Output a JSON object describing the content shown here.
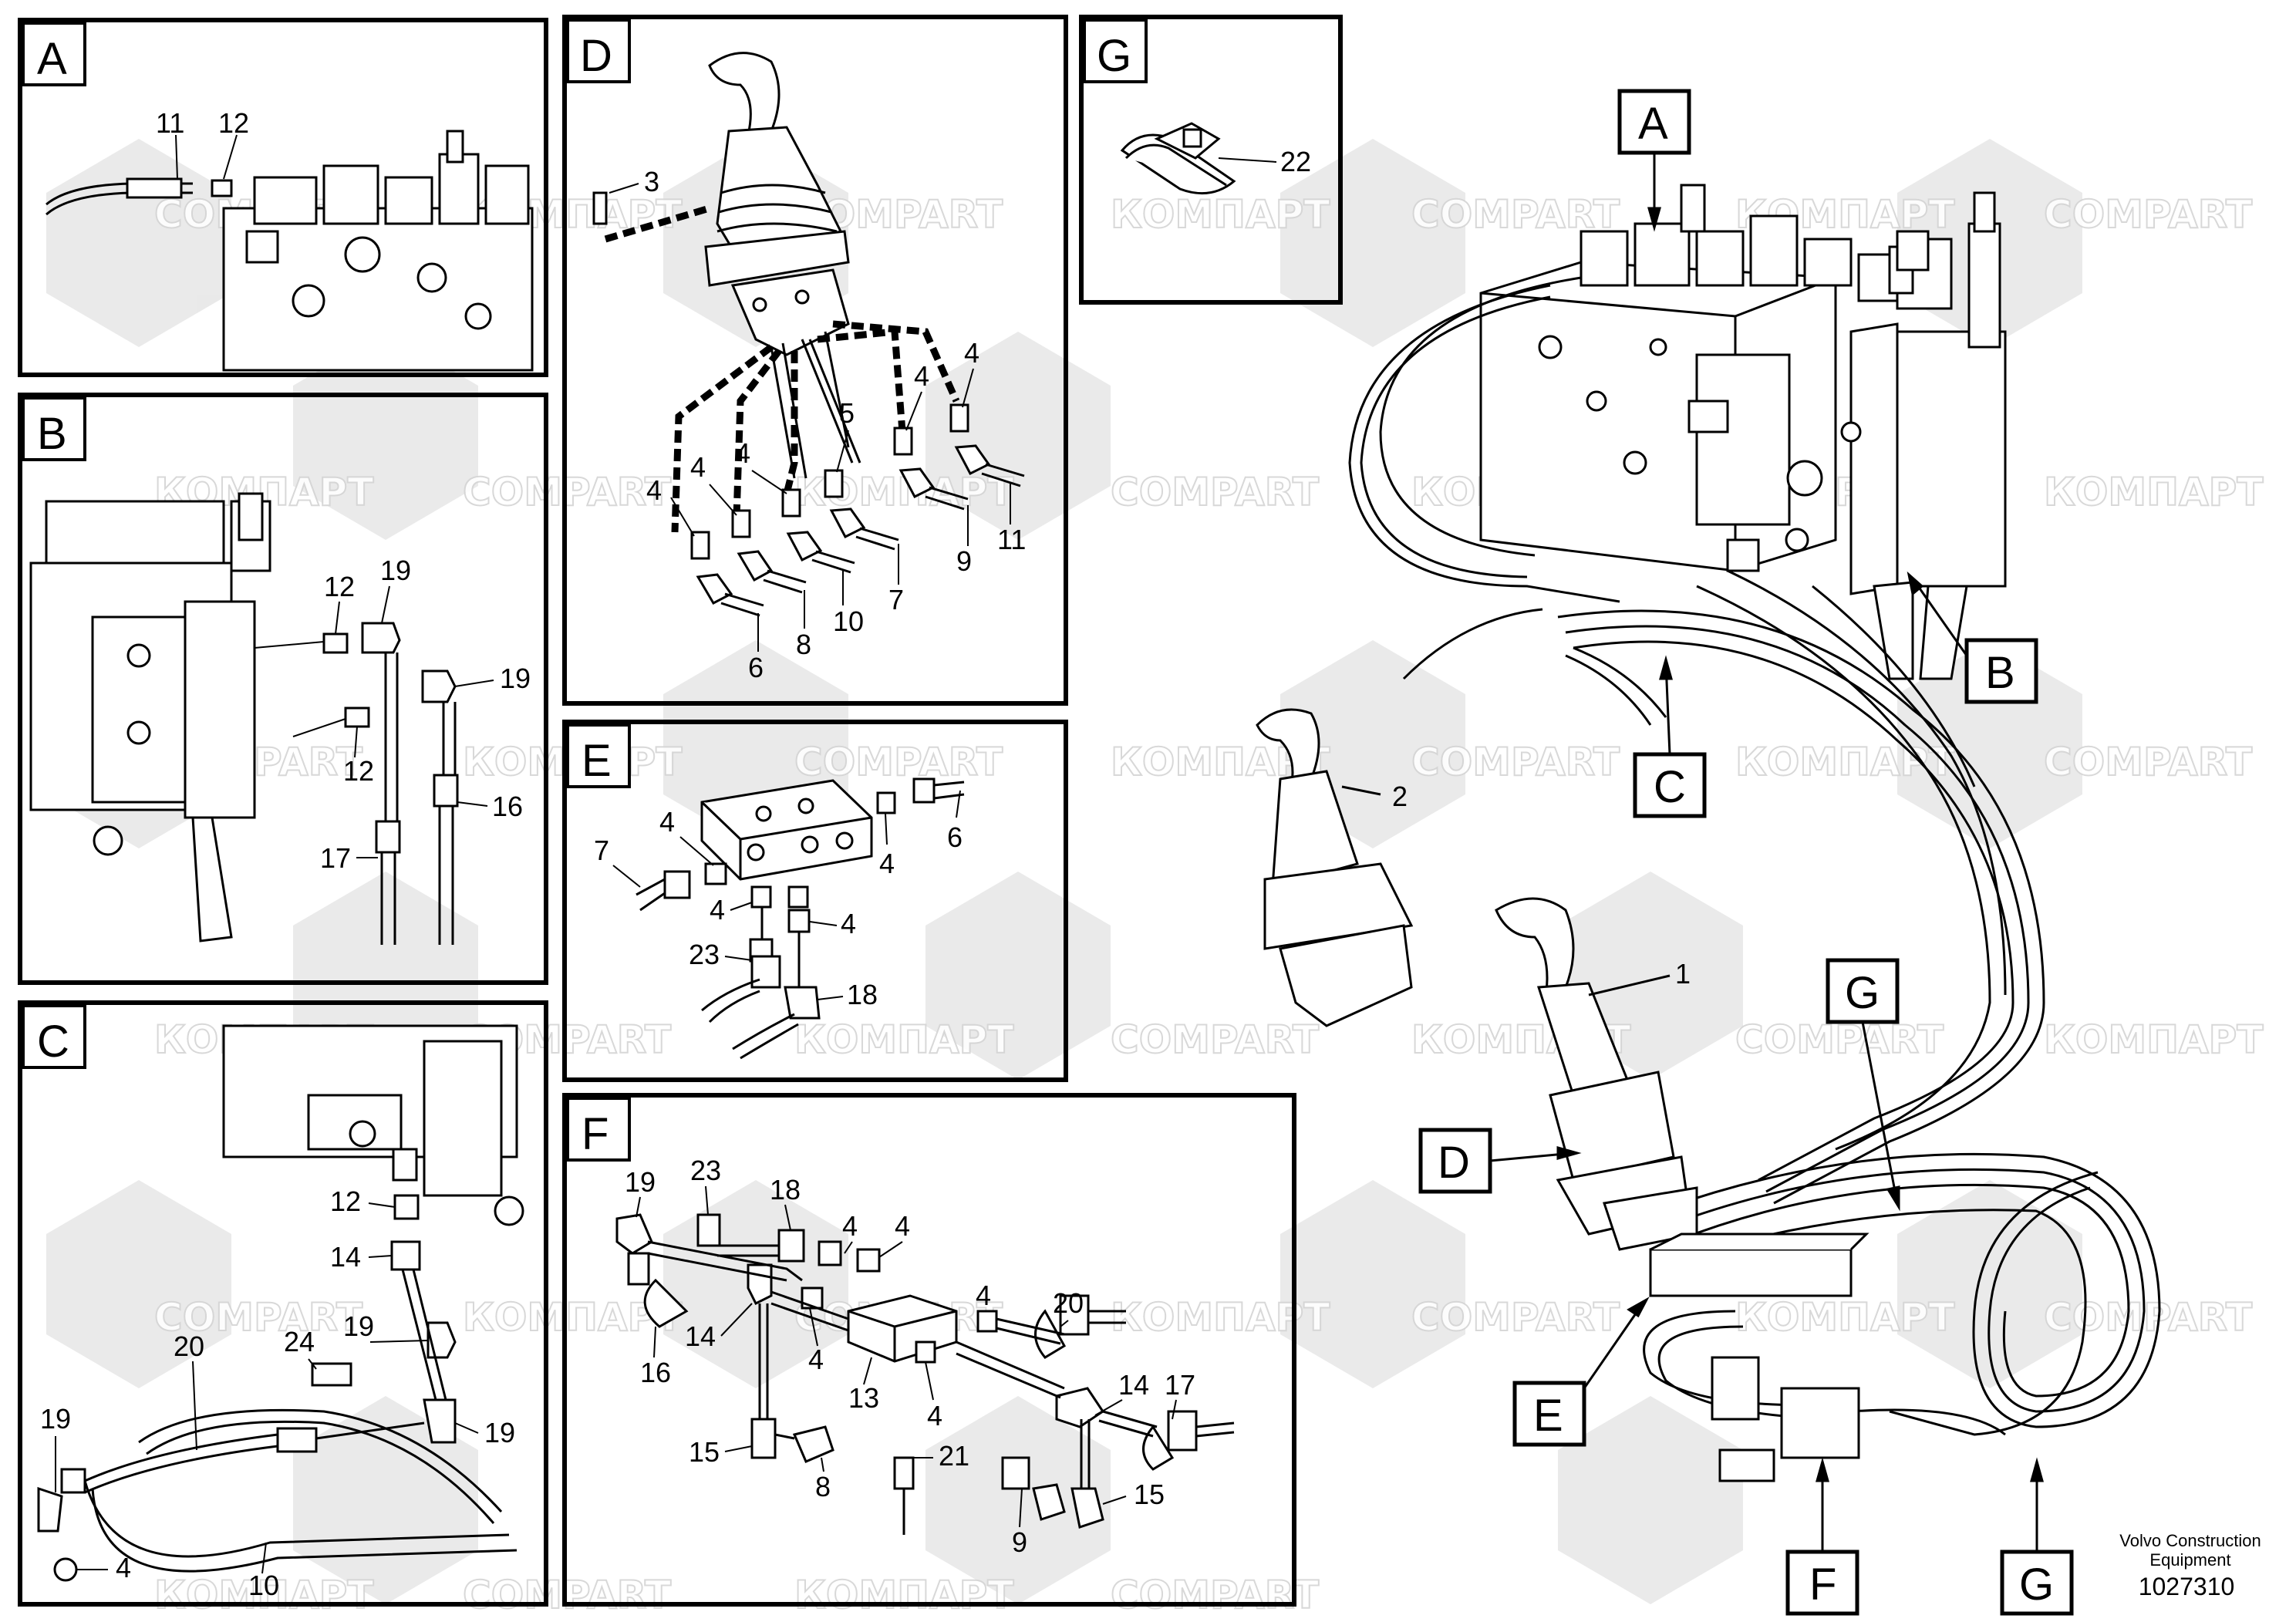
{
  "watermark": {
    "latin": "COMPART",
    "cyrillic": "КОМПАРТ"
  },
  "panels": [
    {
      "letter": "A",
      "numbers": [
        "11",
        "12"
      ]
    },
    {
      "letter": "B",
      "numbers": [
        "12",
        "19",
        "19",
        "12",
        "16",
        "17"
      ]
    },
    {
      "letter": "C",
      "numbers": [
        "12",
        "14",
        "20",
        "24",
        "19",
        "19",
        "19",
        "4",
        "10"
      ]
    },
    {
      "letter": "D",
      "numbers": [
        "3",
        "4",
        "4",
        "5",
        "4",
        "4",
        "4",
        "11",
        "9",
        "7",
        "10",
        "8",
        "6"
      ]
    },
    {
      "letter": "E",
      "numbers": [
        "6",
        "4",
        "4",
        "7",
        "4",
        "4",
        "23",
        "18"
      ]
    },
    {
      "letter": "F",
      "numbers": [
        "19",
        "23",
        "18",
        "4",
        "4",
        "4",
        "20",
        "14",
        "16",
        "4",
        "13",
        "4",
        "14",
        "17",
        "15",
        "21",
        "8",
        "15",
        "9"
      ]
    },
    {
      "letter": "G",
      "numbers": [
        "22"
      ]
    }
  ],
  "overview": {
    "callouts": [
      "A",
      "B",
      "C",
      "D",
      "E",
      "F",
      "G",
      "G"
    ],
    "numbers": [
      "2",
      "1"
    ]
  },
  "footer": {
    "brand_line1": "Volvo Construction",
    "brand_line2": "Equipment",
    "drawing_number": "1027310"
  }
}
